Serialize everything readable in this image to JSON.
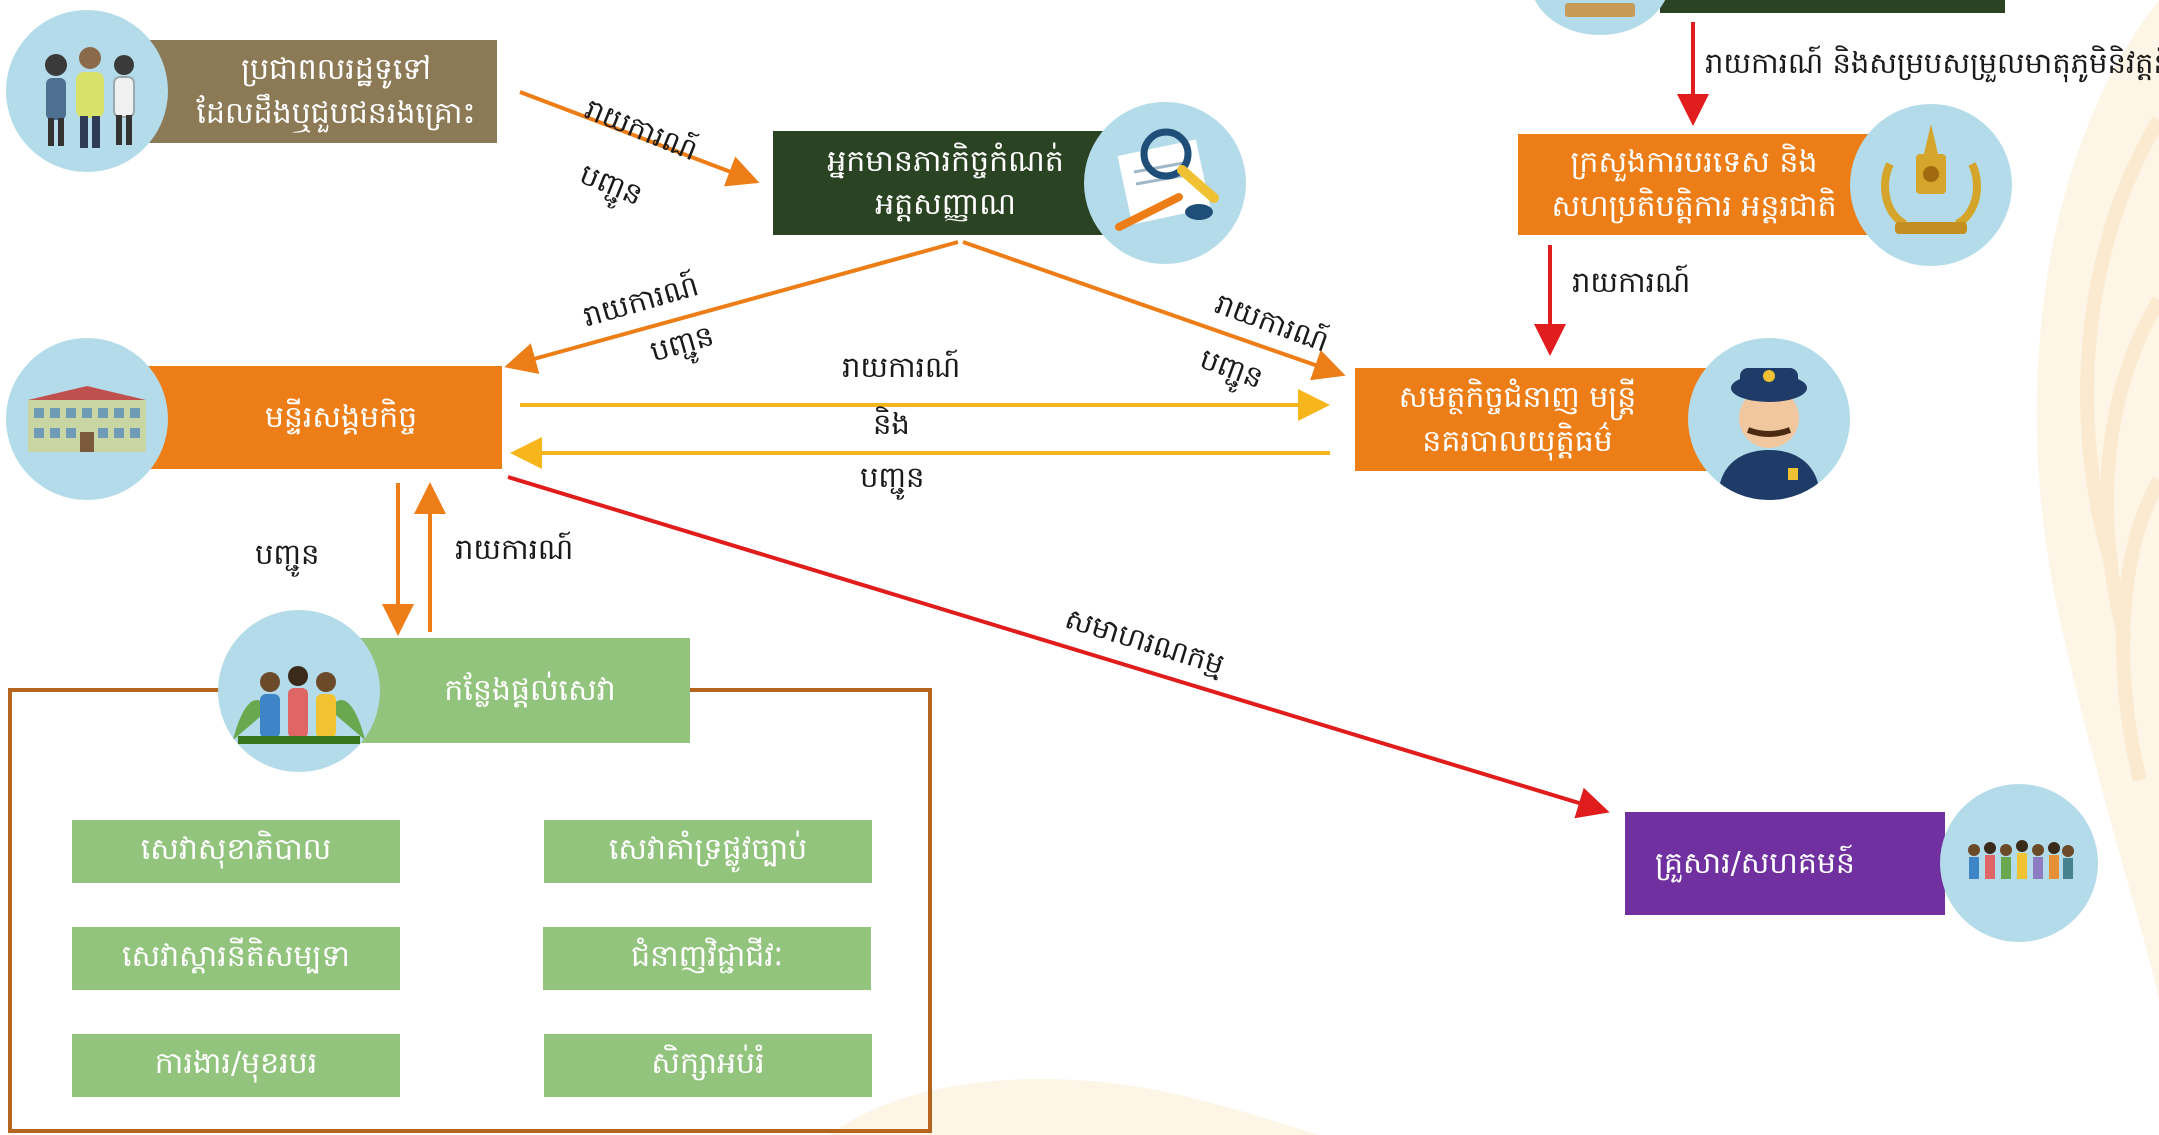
{
  "colors": {
    "olive": "#8b7a55",
    "dark_green": "#2a4322",
    "orange": "#ed7d16",
    "light_green": "#93c47d",
    "purple": "#7030a0",
    "circle_bg": "#b3dbe9",
    "arrow_orange": "#ed7d16",
    "arrow_yellow": "#f5b51b",
    "arrow_red": "#e01c1c",
    "box_border": "#b5651d"
  },
  "nodes": {
    "public": "ប្រជាពលរដ្ឋទូទៅ\nដែលដឹងឬជួបជនរងគ្រោះ",
    "identifier": "អ្នកមានភារកិច្ចកំណត់\nអត្តសញ្ញាណ",
    "social_dept": "មន្ទីរសង្គមកិច្ច",
    "foreign_ministry": "ក្រសួងការបរទេស និង\nសហប្រតិបត្តិការ អន្តរជាតិ",
    "police": "សមត្ថកិច្ចជំនាញ មន្ត្រី\nនគរបាលយុត្តិធម៌",
    "service_place": "កន្លែងផ្តល់សេវា",
    "family": "គ្រួសារ/សហគមន៍"
  },
  "services": [
    "សេវាសុខាភិបាល",
    "សេវាគាំទ្រផ្លូវច្បាប់",
    "សេវាស្តារនីតិសម្បទា",
    "ជំនាញវិជ្ជាជីវៈ",
    "ការងារ/មុខរបរ",
    "សិក្សាអប់រំ"
  ],
  "edge_labels": {
    "report": "រាយការណ៍",
    "refer": "បញ្ជូន",
    "and": "និង",
    "report_coordinate": "រាយការណ៍ និងសម្របសម្រួលមាតុភូមិនិវត្តន៍",
    "reintegration": "សមាហរណកម្ម"
  }
}
